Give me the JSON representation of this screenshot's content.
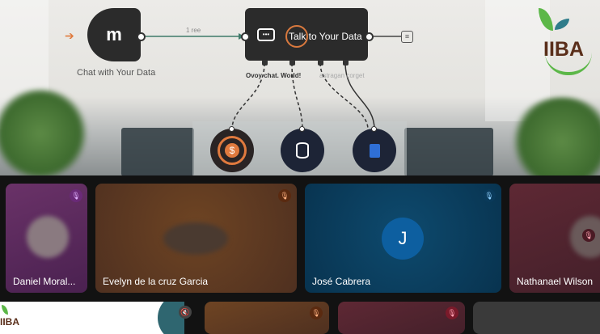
{
  "workflow": {
    "trigger_node_label": "Chat with Your Data",
    "connection_label": "1 ree",
    "agent_node_label": "Talk to Your Data",
    "sub_labels": [
      "Ovoy chat. World!",
      "astragan corget"
    ],
    "tools": [
      {
        "icon": "dollar-sync-icon",
        "color": "#e07a3e"
      },
      {
        "icon": "database-icon",
        "color": "#1d2436"
      },
      {
        "icon": "document-icon",
        "color": "#1d2436"
      }
    ],
    "logo_text": "IIBA"
  },
  "participants": [
    {
      "name": "Daniel Moral...",
      "muted": true,
      "color": "#5b2c5d"
    },
    {
      "name": "Evelyn de la cruz Garcia",
      "muted": true,
      "color": "#6a4125"
    },
    {
      "name": "José Cabrera",
      "muted": true,
      "color": "#0b3b5c",
      "initial": "J"
    },
    {
      "name": "Nathanael Wilson",
      "muted": true,
      "color": "#5a2530"
    }
  ],
  "row2": {
    "logo_text": "IIBA"
  }
}
